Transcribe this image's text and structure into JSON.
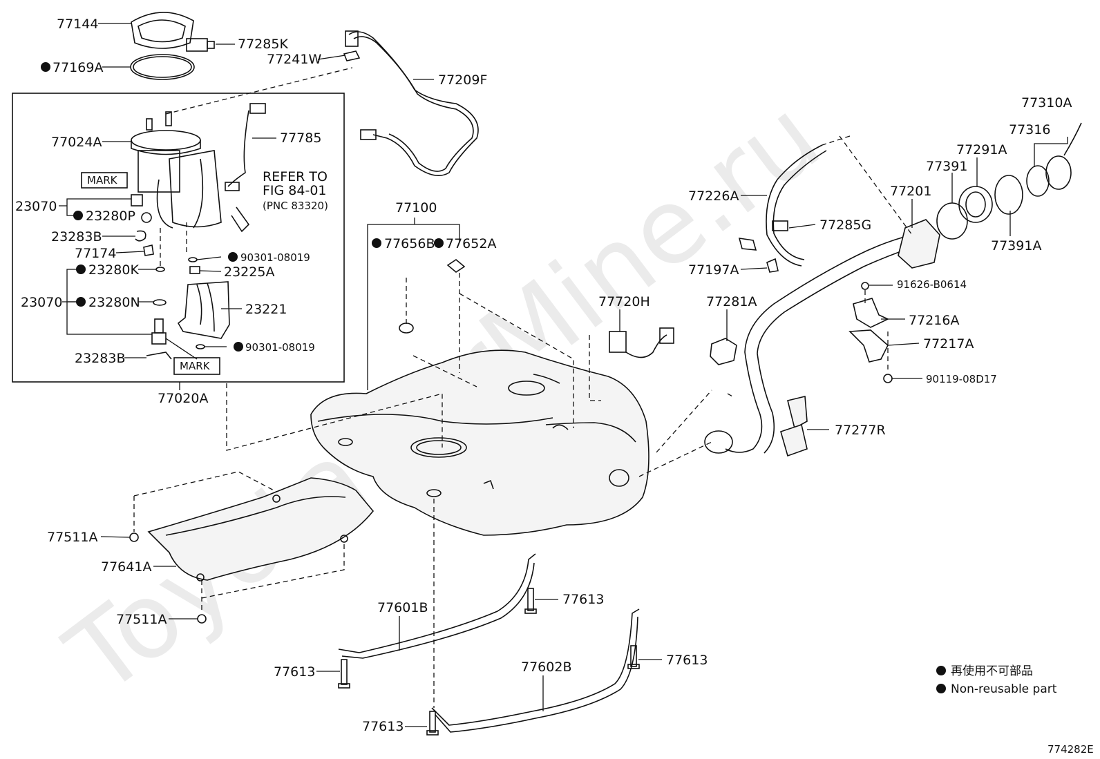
{
  "watermark": "ToyotaCarMine.ru",
  "diagram_code": "774282E",
  "legend": {
    "line_jp": "再使用不可部品",
    "line_en": "Non-reusable part"
  },
  "marks": {
    "mark_top": "MARK",
    "mark_bottom": "MARK"
  },
  "refer": {
    "line1": "REFER TO",
    "line2": "FIG 84-01",
    "line3": "(PNC 83320)"
  },
  "labels": {
    "p77144": "77144",
    "p77285K": "77285K",
    "p77169A": "77169A",
    "p77241W": "77241W",
    "p77209F": "77209F",
    "p77024A": "77024A",
    "p77785": "77785",
    "p23070a": "23070",
    "p23280P": "23280P",
    "p23283Ba": "23283B",
    "p77174": "77174",
    "p90301a": "90301-08019",
    "p23280K": "23280K",
    "p23225A": "23225A",
    "p23070b": "23070",
    "p23280N": "23280N",
    "p23221": "23221",
    "p90301b": "90301-08019",
    "p23283Bb": "23283B",
    "p77020A": "77020A",
    "p77100": "77100",
    "p77656B": "77656B",
    "p77652A": "77652A",
    "p77720H": "77720H",
    "p77226A": "77226A",
    "p77285G": "77285G",
    "p77197A": "77197A",
    "p77281A": "77281A",
    "p77201": "77201",
    "p77391": "77391",
    "p77291A": "77291A",
    "p77316": "77316",
    "p77310A": "77310A",
    "p77391A": "77391A",
    "p91626": "91626-B0614",
    "p77216A": "77216A",
    "p77217A": "77217A",
    "p90119": "90119-08D17",
    "p77277R": "77277R",
    "p77511Aa": "77511A",
    "p77641A": "77641A",
    "p77511Ab": "77511A",
    "p77613a": "77613",
    "p77601B": "77601B",
    "p77613b": "77613",
    "p77602B": "77602B",
    "p77613c": "77613",
    "p77613d": "77613"
  }
}
